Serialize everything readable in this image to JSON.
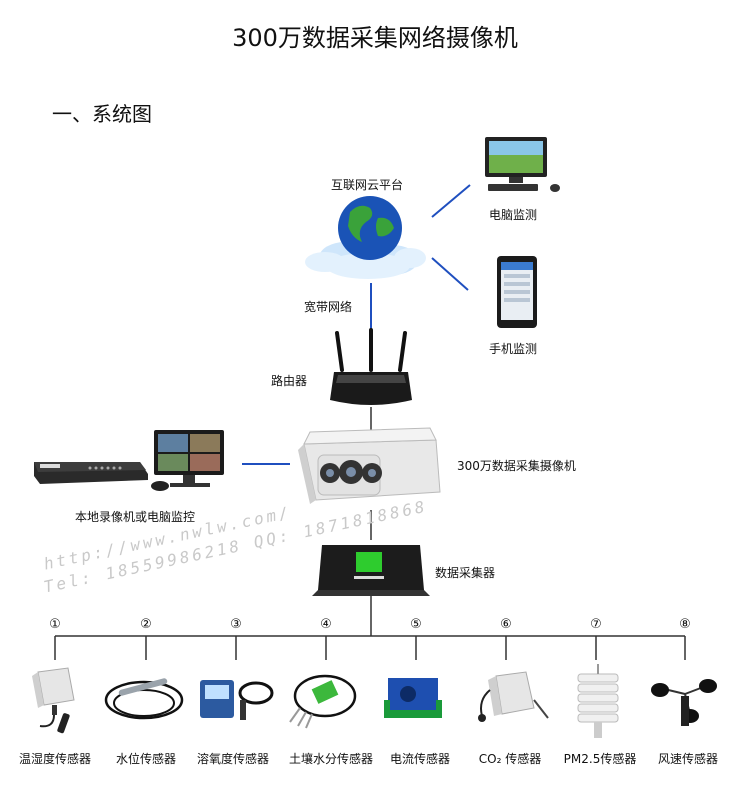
{
  "title": "300万数据采集网络摄像机",
  "section": "一、系统图",
  "nodes": {
    "cloud": "互联网云平台",
    "pc_monitor": "电脑监测",
    "phone_monitor": "手机监测",
    "broadband": "宽带网络",
    "router": "路由器",
    "camera": "300万数据采集摄像机",
    "nvr": "本地录像机或电脑监控",
    "collector": "数据采集器"
  },
  "sensors": [
    {
      "num": "①",
      "label": "温湿度传感器"
    },
    {
      "num": "②",
      "label": "水位传感器"
    },
    {
      "num": "③",
      "label": "溶氧度传感器"
    },
    {
      "num": "④",
      "label": "土壤水分传感器"
    },
    {
      "num": "⑤",
      "label": "电流传感器"
    },
    {
      "num": "⑥",
      "label": "CO₂ 传感器"
    },
    {
      "num": "⑦",
      "label": "PM2.5传感器"
    },
    {
      "num": "⑧",
      "label": "风速传感器"
    }
  ],
  "watermark": {
    "line1": "http://www.nwlw.com/",
    "line2": "Tel: 18559986218  QQ: 1871818868"
  },
  "colors": {
    "link_line": "#1f4fbf",
    "tree_line": "#333333"
  }
}
